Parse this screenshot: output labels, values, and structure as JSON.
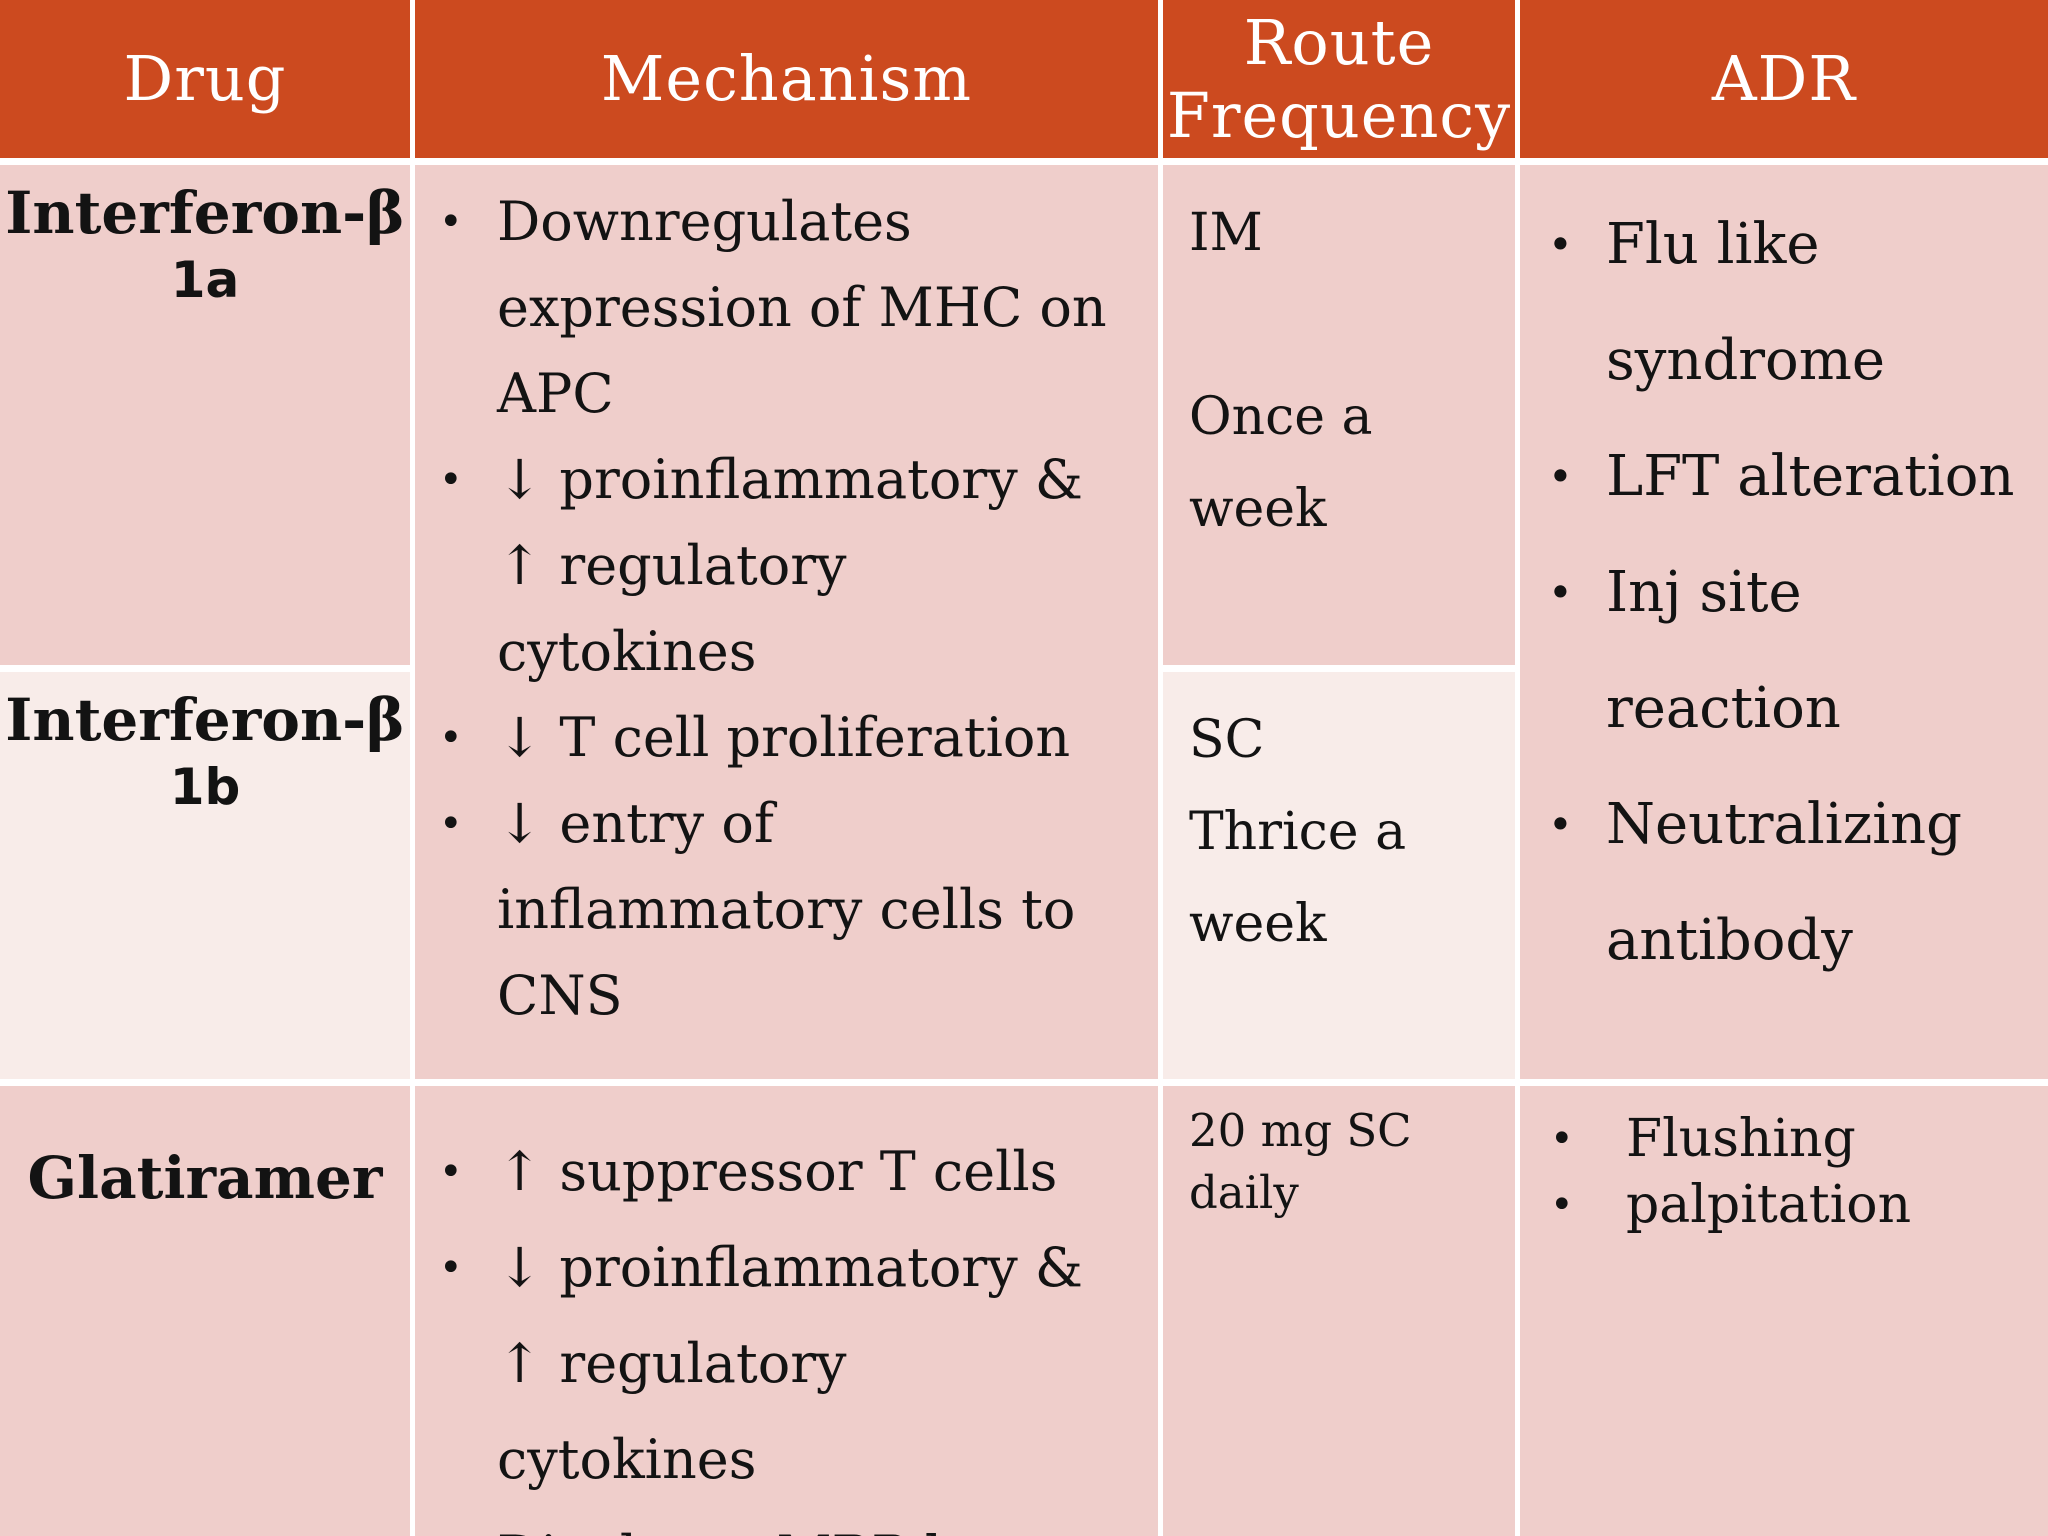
{
  "bullet_icon": "•",
  "colors": {
    "header_bg": "#CC4A1F",
    "row_band_dark": "#EFCECB",
    "row_band_light": "#F8ECE9",
    "grid_line": "#FFFFFF",
    "header_text": "#FFFFFF",
    "body_text": "#131313"
  },
  "header": {
    "col_drug": "Drug",
    "col_mechanism": "Mechanism",
    "col_route": "Route Frequency",
    "col_adr": "ADR"
  },
  "rows": {
    "interferon_1a": {
      "drug_name": "Interferon-β",
      "drug_sub": "1a",
      "route": "IM",
      "frequency": "Once a week"
    },
    "interferon_1b": {
      "drug_name": "Interferon-β",
      "drug_sub": "1b",
      "route": "SC",
      "frequency": "Thrice a week"
    },
    "glatiramer": {
      "drug_name": "Glatiramer",
      "route_dose": "20 mg SC daily"
    }
  },
  "mechanism_interferon": {
    "bullets": [
      "Downregulates expression of MHC on APC",
      "↓ proinflammatory & ↑ regulatory cytokines",
      "↓ T cell proliferation",
      "↓ entry of inflammatory cells to CNS"
    ]
  },
  "adr_interferon": {
    "bullets": [
      "Flu like syndrome",
      "LFT alteration",
      "Inj site reaction",
      "Neutralizing antibody"
    ]
  },
  "mechanism_glatiramer": {
    "bullets": [
      "↑ suppressor T cells",
      "↓ proinflammatory & ↑ regulatory cytokines",
      "Displaces MBP by"
    ]
  },
  "adr_glatiramer": {
    "bullets": [
      "Flushing",
      "palpitation"
    ]
  }
}
